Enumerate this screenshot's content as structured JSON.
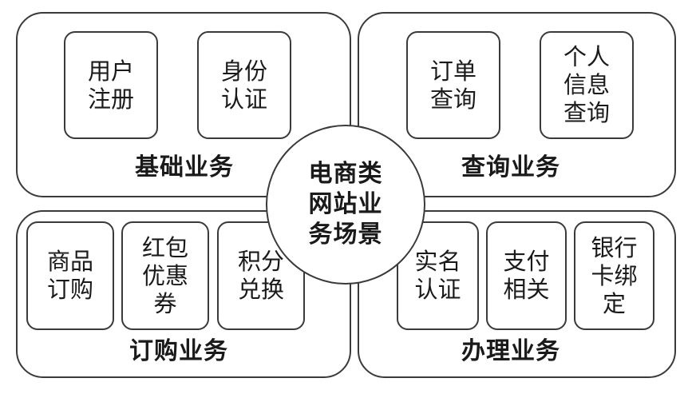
{
  "center": {
    "lines": [
      "电商类",
      "网站业",
      "务场景"
    ]
  },
  "quadrants": [
    {
      "id": "basic",
      "title": "基础业务",
      "items": [
        {
          "lines": [
            "用户",
            "注册"
          ]
        },
        {
          "lines": [
            "身份",
            "认证"
          ]
        }
      ]
    },
    {
      "id": "query",
      "title": "查询业务",
      "items": [
        {
          "lines": [
            "订单",
            "查询"
          ]
        },
        {
          "lines": [
            "个人",
            "信息",
            "查询"
          ]
        }
      ]
    },
    {
      "id": "order",
      "title": "订购业务",
      "items": [
        {
          "lines": [
            "商品",
            "订购"
          ]
        },
        {
          "lines": [
            "红包",
            "优惠",
            "券"
          ]
        },
        {
          "lines": [
            "积分",
            "兑换"
          ]
        }
      ]
    },
    {
      "id": "handle",
      "title": "办理业务",
      "items": [
        {
          "lines": [
            "实名",
            "认证"
          ]
        },
        {
          "lines": [
            "支付",
            "相关"
          ]
        },
        {
          "lines": [
            "银行",
            "卡绑",
            "定"
          ]
        }
      ]
    }
  ]
}
